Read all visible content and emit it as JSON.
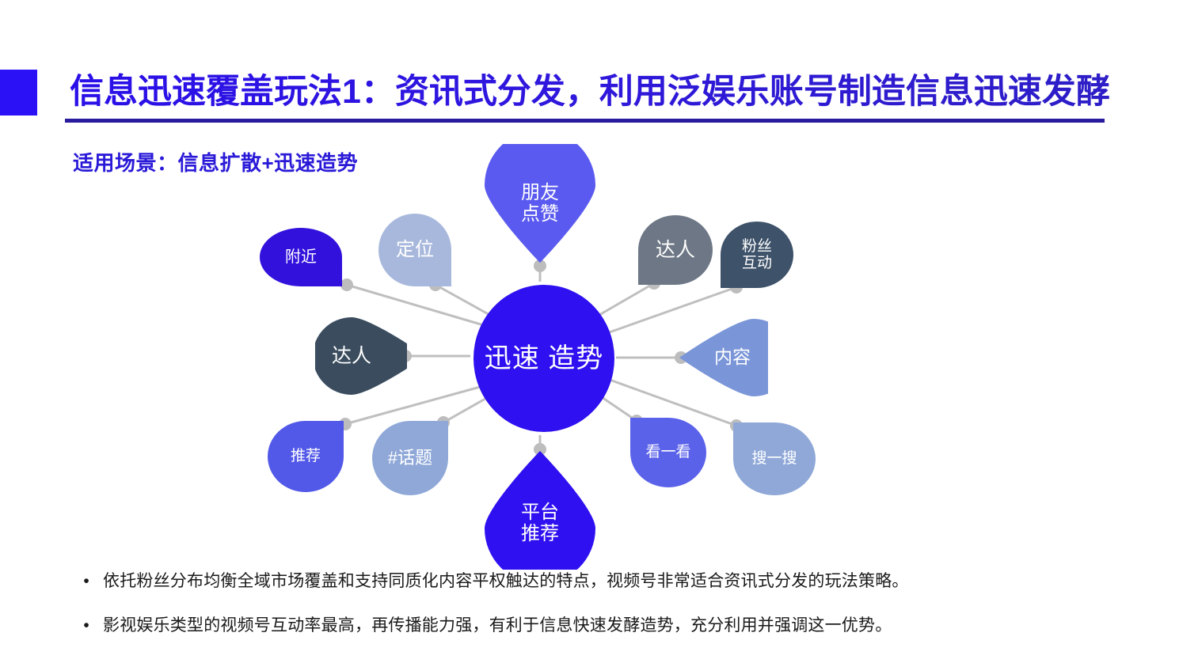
{
  "slide": {
    "title": "信息迅速覆盖玩法1：资讯式分发，利用泛娱乐账号制造信息迅速发酵",
    "subtitle": "适用场景：信息扩散+迅速造势",
    "accent_color": "#2b11f5",
    "title_color": "#2a0fe8",
    "underline_color": "#2a1a9e",
    "subtitle_color": "#2a1ad8",
    "background": "#ffffff"
  },
  "diagram": {
    "type": "radial-hub-and-spoke",
    "connector_color": "#bfbfbf",
    "center": {
      "label_line1": "迅速",
      "label_line2": "造势",
      "color": "#2e10f0",
      "shape": "ellipse"
    },
    "nodes": [
      {
        "id": "fujin",
        "label_line1": "附近",
        "label_line2": "",
        "color": "#3311dd",
        "shape": "teardrop-point-bottom-right",
        "font_size": 20
      },
      {
        "id": "dingwei",
        "label_line1": "定位",
        "label_line2": "",
        "color": "#a8b8dc",
        "shape": "teardrop-point-bottom-right",
        "font_size": 24
      },
      {
        "id": "pengyou",
        "label_line1": "朋友",
        "label_line2": "点赞",
        "color": "#5a5af0",
        "shape": "pin-point-down",
        "font_size": 24
      },
      {
        "id": "daren-top",
        "label_line1": "达人",
        "label_line2": "",
        "color": "#6d7785",
        "shape": "teardrop-point-bottom-left",
        "font_size": 25
      },
      {
        "id": "fensi",
        "label_line1": "粉丝",
        "label_line2": "互动",
        "color": "#3e5269",
        "shape": "teardrop-point-bottom-left",
        "font_size": 19
      },
      {
        "id": "neirong",
        "label_line1": "内容",
        "label_line2": "",
        "color": "#7b96d8",
        "shape": "pin-point-left",
        "font_size": 23
      },
      {
        "id": "souyisou",
        "label_line1": "搜一搜",
        "label_line2": "",
        "color": "#8fa8d8",
        "shape": "teardrop-point-top-left",
        "font_size": 19
      },
      {
        "id": "kanyikan",
        "label_line1": "看一看",
        "label_line2": "",
        "color": "#5b62ea",
        "shape": "teardrop-point-top-left",
        "font_size": 19
      },
      {
        "id": "pingtai",
        "label_line1": "平台",
        "label_line2": "推荐",
        "color": "#2f10f0",
        "shape": "pin-point-up",
        "font_size": 24
      },
      {
        "id": "huati",
        "label_line1": "#话题",
        "label_line2": "",
        "color": "#8fa8d8",
        "shape": "teardrop-point-top-right",
        "font_size": 22
      },
      {
        "id": "tuijian",
        "label_line1": "推荐",
        "label_line2": "",
        "color": "#5258e8",
        "shape": "teardrop-point-top-right",
        "font_size": 19
      },
      {
        "id": "daren-left",
        "label_line1": "达人",
        "label_line2": "",
        "color": "#3a4c5e",
        "shape": "pin-point-right",
        "font_size": 25
      }
    ]
  },
  "bullets": [
    {
      "marker": "•",
      "text": "依托粉丝分布均衡全域市场覆盖和支持同质化内容平权触达的特点，视频号非常适合资讯式分发的玩法策略。"
    },
    {
      "marker": "•",
      "text": "影视娱乐类型的视频号互动率最高，再传播能力强，有利于信息快速发酵造势，充分利用并强调这一优势。"
    }
  ]
}
